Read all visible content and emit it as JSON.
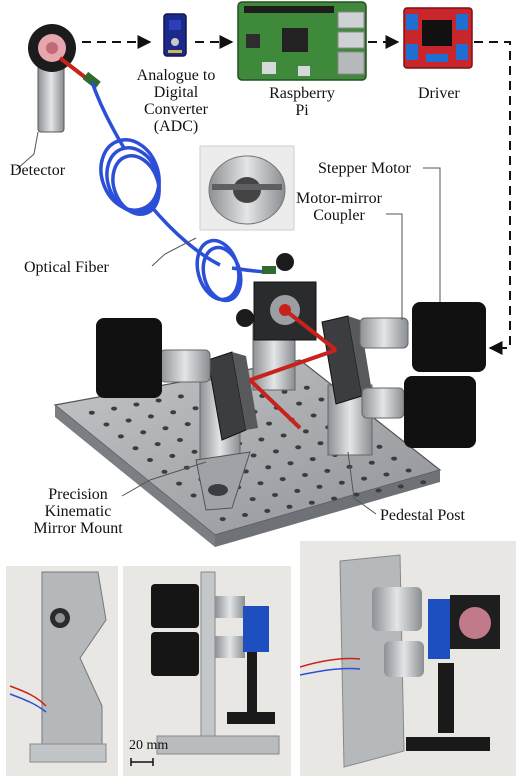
{
  "labels": {
    "detector": "Detector",
    "adc_line1": "Analogue to",
    "adc_line2": "Digital",
    "adc_line3": "Converter",
    "adc_line4": "(ADC)",
    "pi_line1": "Raspberry",
    "pi_line2": "Pi",
    "driver": "Driver",
    "stepper_motor": "Stepper Motor",
    "coupler_line1": "Motor-mirror",
    "coupler_line2": "Coupler",
    "optical_fiber": "Optical Fiber",
    "mount_line1": "Precision",
    "mount_line2": "Kinematic",
    "mount_line3": "Mirror Mount",
    "pedestal_post": "Pedestal Post",
    "scale_bar": "20 mm"
  },
  "colors": {
    "fiber": "#2b4fd6",
    "laser": "#c8221c",
    "board": "#3f8a3a",
    "driver_board": "#c8262a",
    "motor": "#111111",
    "aluminium": "#b9bcc0",
    "breadboard": "#a9acb0"
  }
}
